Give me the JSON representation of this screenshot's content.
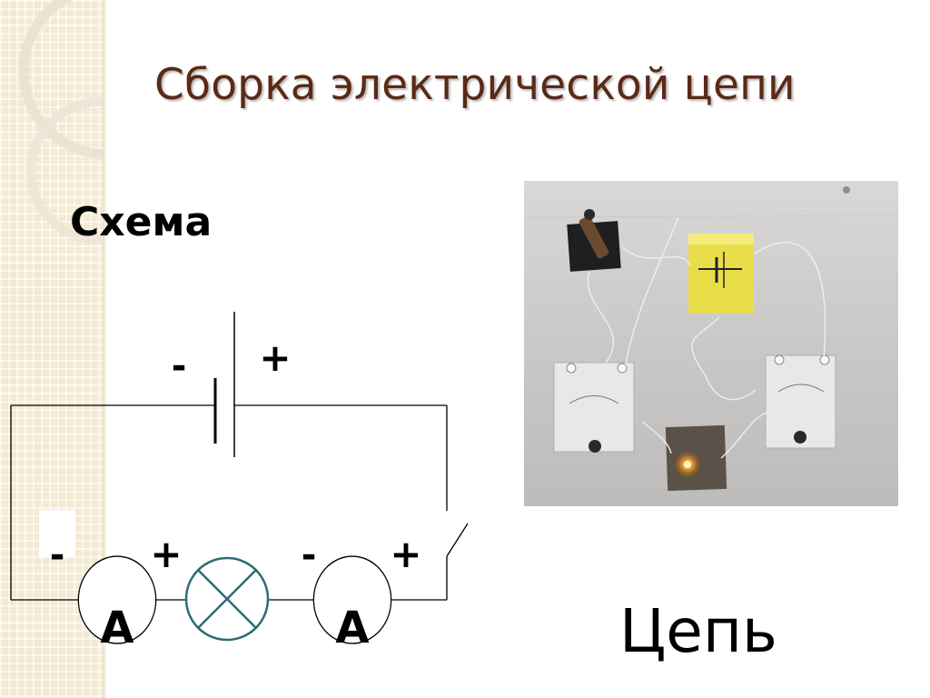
{
  "slide": {
    "title": "Сборка электрической цепи",
    "scheme_label": "Схема",
    "circuit_label": "Цепь"
  },
  "schematic": {
    "battery_minus": "-",
    "battery_plus": "+",
    "ammeter1": {
      "letter": "A",
      "minus": "-",
      "plus": "+"
    },
    "ammeter2": {
      "letter": "A",
      "minus": "-",
      "plus": "+"
    }
  },
  "colors": {
    "title": "#5a2a17",
    "lamp": "#2e6b74",
    "strip": "#f4ead2"
  }
}
